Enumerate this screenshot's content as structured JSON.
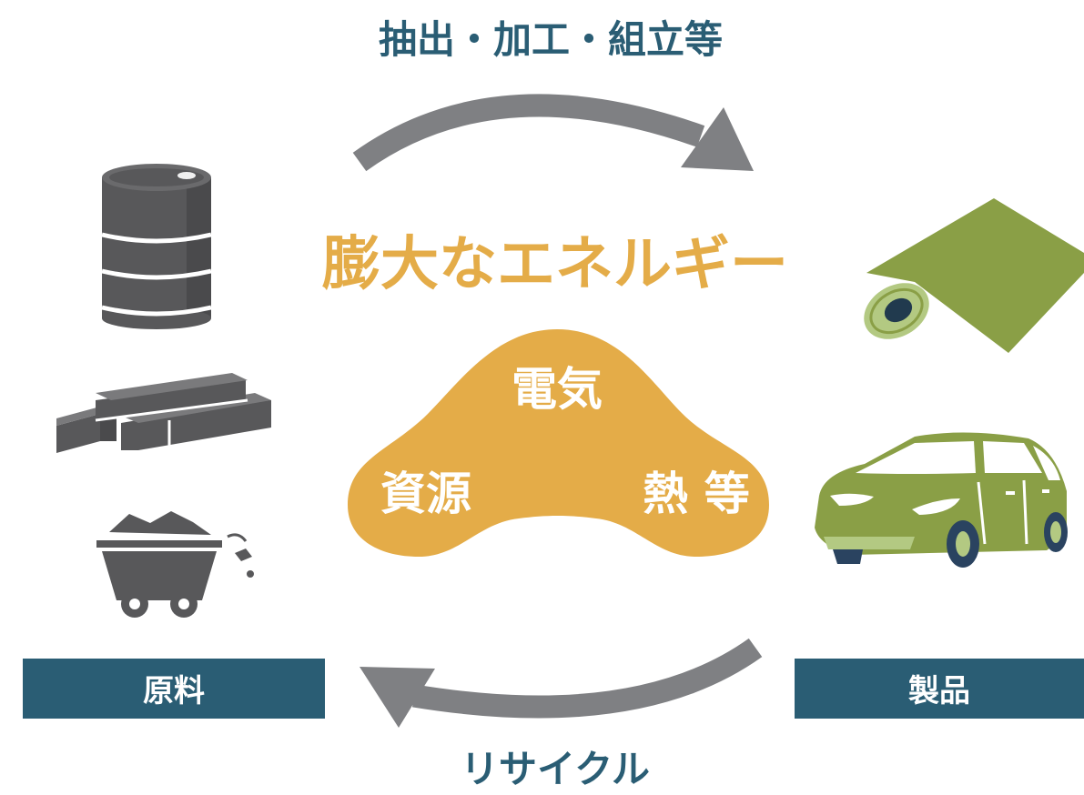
{
  "top_process": "抽出・加工・組立等",
  "bottom_process": "リサイクル",
  "center_title": "膨大なエネルギー",
  "energy_blob": {
    "electricity": "電気",
    "resources": "資源",
    "heat_etc": "熱 等"
  },
  "raw_materials_label": "原料",
  "products_label": "製品",
  "colors": {
    "navy": "#2a5d74",
    "arrow_gray": "#7f8083",
    "energy_orange": "#e4ac48",
    "material_gray": "#58585a",
    "product_green": "#8a9f46",
    "product_light_green": "#b3c982",
    "dark_navy": "#213a4e"
  }
}
